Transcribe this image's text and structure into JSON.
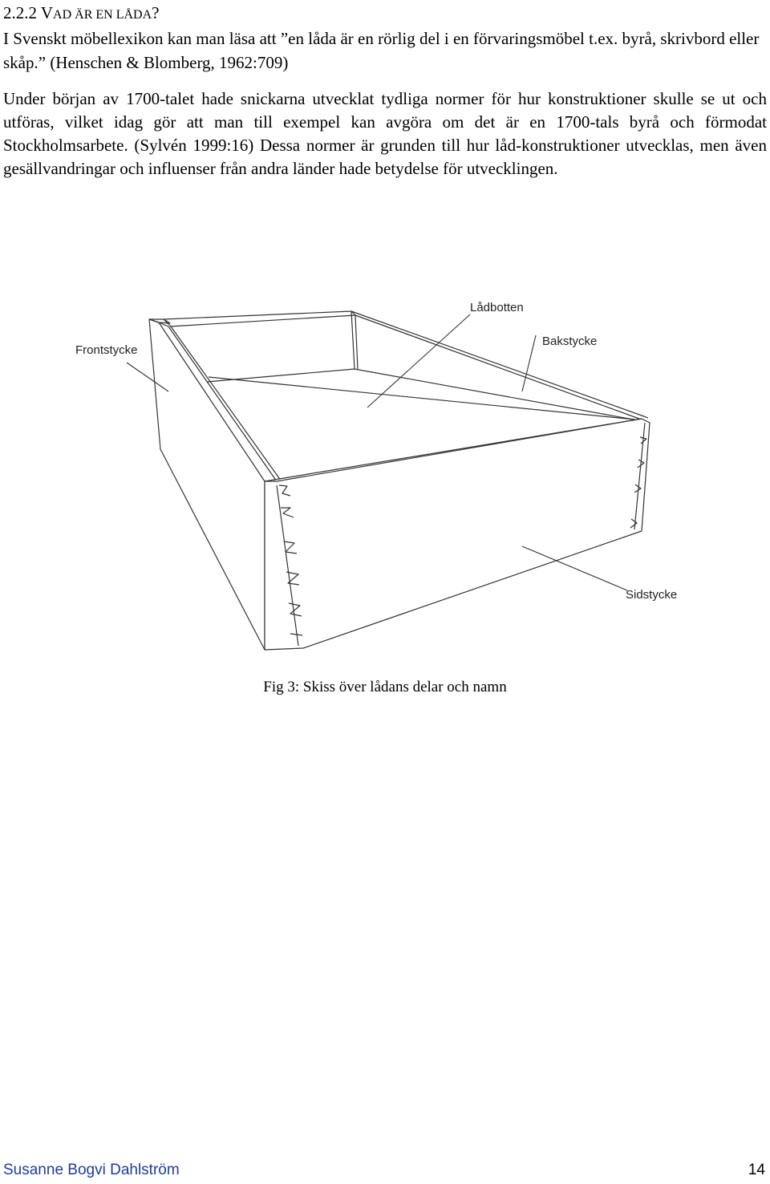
{
  "section": {
    "number": "2.2.2",
    "title_initial": "V",
    "title_rest": "AD ÄR EN LÅDA",
    "title_end": "?"
  },
  "paragraph1": "I Svenskt möbellexikon kan man läsa att ”en låda är en rörlig del i en förvaringsmöbel t.ex. byrå, skrivbord eller skåp.” (Henschen & Blomberg, 1962:709)",
  "paragraph2": "Under början av 1700-talet hade snickarna utvecklat tydliga normer för hur konstruktioner skulle se ut och utföras, vilket idag gör att man till exempel kan avgöra om det är en 1700-tals byrå och förmodat Stockholmsarbete. (Sylvén 1999:16) Dessa normer är grunden till hur låd-konstruktioner utvecklas, men även gesällvandringar och influenser från andra länder hade betydelse för utvecklingen.",
  "figure": {
    "labels": {
      "frontstycke": "Frontstycke",
      "ladbotten": "Lådbotten",
      "bakstycke": "Bakstycke",
      "sidstycke": "Sidstycke"
    },
    "caption": "Fig 3: Skiss över lådans delar och namn"
  },
  "footer": {
    "author": "Susanne Bogvi Dahlström",
    "page": "14"
  },
  "colors": {
    "footer_author": "#1f3d99",
    "line": "#333333"
  }
}
